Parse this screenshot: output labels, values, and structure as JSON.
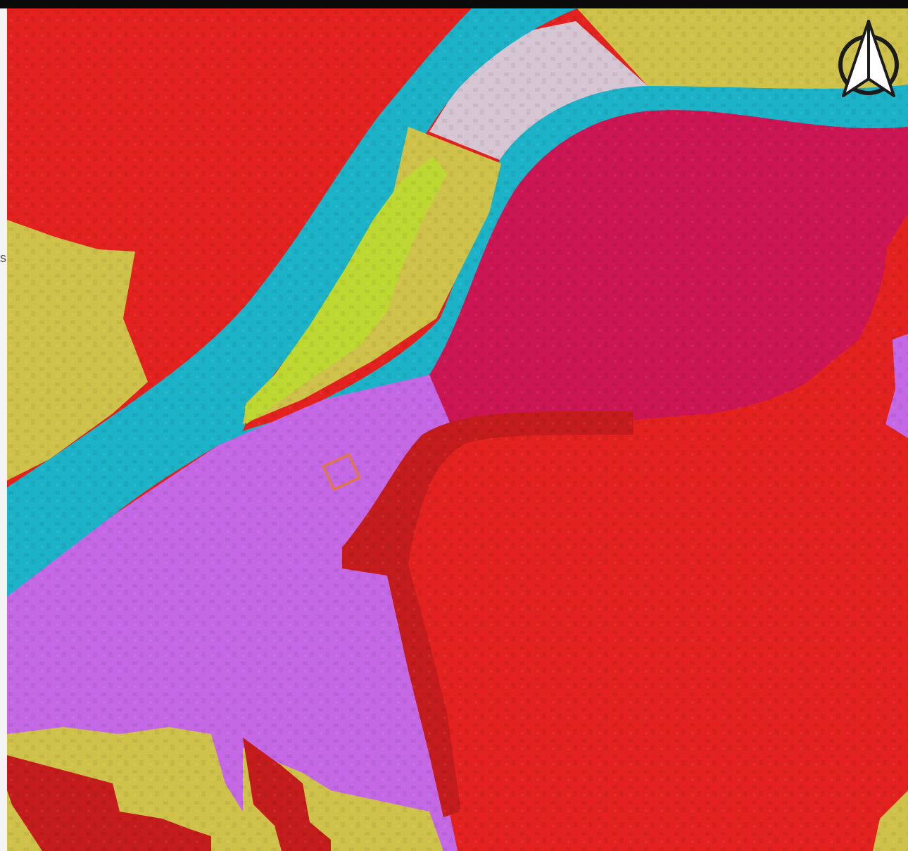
{
  "map": {
    "edge_fragment": "s",
    "colors": {
      "red": "#e3221f",
      "dark_red": "#c41c1c",
      "crimson": "#cc1654",
      "river": "#1cb2c8",
      "yellow": "#cfc24a",
      "lime": "#bed832",
      "violet": "#c468e6",
      "lilac": "#d6c5d2",
      "pale_green": "#d4dc98",
      "orange_marker": "#e57830"
    },
    "zones": [
      {
        "id": "zone-north-west",
        "color": "red"
      },
      {
        "id": "zone-river",
        "color": "river"
      },
      {
        "id": "zone-north-east-field",
        "color": "yellow"
      },
      {
        "id": "zone-river-bank-lilac",
        "color": "lilac"
      },
      {
        "id": "zone-island",
        "color": "yellow"
      },
      {
        "id": "zone-island-lime",
        "color": "lime"
      },
      {
        "id": "zone-west-field",
        "color": "yellow"
      },
      {
        "id": "zone-historic-centre",
        "color": "crimson"
      },
      {
        "id": "zone-east-strip",
        "color": "red"
      },
      {
        "id": "zone-south-centre",
        "color": "red"
      },
      {
        "id": "zone-industrial",
        "color": "violet"
      },
      {
        "id": "zone-railway",
        "color": "dark_red"
      },
      {
        "id": "zone-south-field",
        "color": "yellow"
      },
      {
        "id": "zone-south-west-red",
        "color": "dark_red"
      }
    ],
    "compass": {
      "icon": "north-arrow-icon"
    }
  }
}
